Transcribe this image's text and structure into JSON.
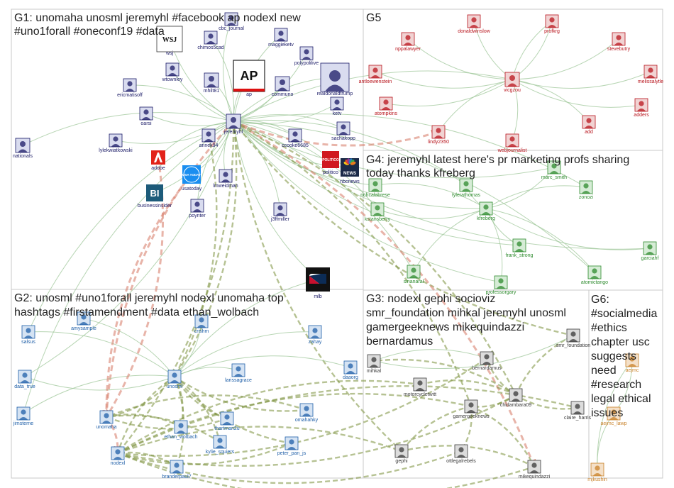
{
  "colors": {
    "g1": "#1a1a66",
    "g2": "#1f5fa8",
    "g3": "#3a3a3a",
    "g4": "#2e8b2e",
    "g5": "#b8141c",
    "g6": "#c9822a",
    "edge": "#9fc79a",
    "edge_strong": "#7a8f3a",
    "edge_red": "#d9826f"
  },
  "groups": [
    {
      "id": "G1",
      "title": [
        "G1: unomaha unosml jeremyhl #facebook ap nodexl new",
        "#uno1forall #oneconf19 #data"
      ]
    },
    {
      "id": "G5",
      "title": [
        "G5"
      ]
    },
    {
      "id": "G4",
      "title": [
        "G4: jeremyhl latest here's pr marketing profs sharing",
        "today thanks kfreberg"
      ]
    },
    {
      "id": "G2",
      "title": [
        "G2: unosml #uno1forall jeremyhl nodexl unomaha top",
        "hashtags #firstamendment #data ethan_wolbach"
      ]
    },
    {
      "id": "G3",
      "title": [
        "G3: nodexl gephi socioviz",
        "smr_foundation mihkal jeremyhl unosml",
        "gamergeeknews mikequindazzi",
        "bernardamus"
      ]
    },
    {
      "id": "G6",
      "title": [
        "G6:",
        "#socialmedia",
        "#ethics",
        "chapter usc",
        "suggests",
        "need",
        "#research",
        "legal ethical",
        "issues"
      ]
    }
  ],
  "nodes": [
    {
      "id": "wsj",
      "group": "g1",
      "icon": "wsj-icon"
    },
    {
      "id": "cbc_journal",
      "group": "g1",
      "icon": "avatar-icon"
    },
    {
      "id": "chimos5cad",
      "group": "g1",
      "icon": "avatar-icon"
    },
    {
      "id": "maggieketv",
      "group": "g1",
      "icon": "avatar-icon"
    },
    {
      "id": "polypolilive",
      "group": "g1",
      "icon": "avatar-icon"
    },
    {
      "id": "wtownley",
      "group": "g1",
      "icon": "avatar-icon"
    },
    {
      "id": "mhilt81",
      "group": "g1",
      "icon": "avatar-icon"
    },
    {
      "id": "ap",
      "group": "g1",
      "icon": "ap-logo-icon"
    },
    {
      "id": "communo",
      "group": "g1",
      "icon": "avatar-icon"
    },
    {
      "id": "realdonaldtrump",
      "group": "g1",
      "icon": "avatar-icon"
    },
    {
      "id": "ericmatisoff",
      "group": "g1",
      "icon": "avatar-icon"
    },
    {
      "id": "oarsi",
      "group": "g1",
      "icon": "avatar-icon"
    },
    {
      "id": "ketv",
      "group": "g1",
      "icon": "avatar-icon"
    },
    {
      "id": "jeremyhl",
      "group": "g1",
      "icon": "avatar-icon"
    },
    {
      "id": "sachakopp",
      "group": "g1",
      "icon": "avatar-icon"
    },
    {
      "id": "nationals",
      "group": "g1",
      "icon": "avatar-icon"
    },
    {
      "id": "lylekwiatkowski",
      "group": "g1",
      "icon": "avatar-icon"
    },
    {
      "id": "annek94",
      "group": "g1",
      "icon": "avatar-icon"
    },
    {
      "id": "ccooke6685",
      "group": "g1",
      "icon": "avatar-icon"
    },
    {
      "id": "adobe",
      "group": "g1",
      "icon": "adobe-icon"
    },
    {
      "id": "politico",
      "group": "g1",
      "icon": "politico-icon"
    },
    {
      "id": "nbcnews",
      "group": "g1",
      "icon": "nbc-icon"
    },
    {
      "id": "usatoday",
      "group": "g1",
      "icon": "usatoday-icon"
    },
    {
      "id": "lmweidman",
      "group": "g1",
      "icon": "avatar-icon"
    },
    {
      "id": "businessinsider",
      "group": "g1",
      "icon": "bi-icon"
    },
    {
      "id": "poynter",
      "group": "g1",
      "icon": "avatar-icon"
    },
    {
      "id": "j3ffmiller",
      "group": "g1",
      "icon": "avatar-icon"
    },
    {
      "id": "mlb",
      "group": "g1",
      "icon": "mlb-icon"
    },
    {
      "id": "donaldwinslow",
      "group": "g5",
      "icon": "avatar-icon"
    },
    {
      "id": "profkrg",
      "group": "g5",
      "icon": "avatar-icon"
    },
    {
      "id": "nppalawyer",
      "group": "g5",
      "icon": "avatar-icon"
    },
    {
      "id": "stevebutry",
      "group": "g5",
      "icon": "avatar-icon"
    },
    {
      "id": "antloewenstein",
      "group": "g5",
      "icon": "avatar-icon"
    },
    {
      "id": "vicgzou",
      "group": "g5",
      "icon": "avatar-icon"
    },
    {
      "id": "melissalytle",
      "group": "g5",
      "icon": "avatar-icon"
    },
    {
      "id": "atompkins",
      "group": "g5",
      "icon": "avatar-icon"
    },
    {
      "id": "adders",
      "group": "g5",
      "icon": "avatar-icon"
    },
    {
      "id": "add",
      "group": "g5",
      "icon": "avatar-icon"
    },
    {
      "id": "lindy2350",
      "group": "g5",
      "icon": "avatar-icon"
    },
    {
      "id": "webjournalist",
      "group": "g5",
      "icon": "avatar-icon"
    },
    {
      "id": "marc_smith",
      "group": "g4",
      "icon": "avatar-icon"
    },
    {
      "id": "richcalabrese",
      "group": "g4",
      "icon": "avatar-icon"
    },
    {
      "id": "tylerathomas",
      "group": "g4",
      "icon": "avatar-icon"
    },
    {
      "id": "zonozi",
      "group": "g4",
      "icon": "avatar-icon"
    },
    {
      "id": "kstansberry",
      "group": "g4",
      "icon": "avatar-icon"
    },
    {
      "id": "kfreberg",
      "group": "g4",
      "icon": "avatar-icon"
    },
    {
      "id": "garciahf",
      "group": "g4",
      "icon": "avatar-icon"
    },
    {
      "id": "frank_strong",
      "group": "g4",
      "icon": "avatar-icon"
    },
    {
      "id": "sinanaral",
      "group": "g4",
      "icon": "avatar-icon"
    },
    {
      "id": "atomictango",
      "group": "g4",
      "icon": "avatar-icon"
    },
    {
      "id": "professorgary",
      "group": "g4",
      "icon": "avatar-icon"
    },
    {
      "id": "amysample",
      "group": "g2",
      "icon": "avatar-icon"
    },
    {
      "id": "crishm",
      "group": "g2",
      "icon": "avatar-icon"
    },
    {
      "id": "zahay",
      "group": "g2",
      "icon": "avatar-icon"
    },
    {
      "id": "salsus",
      "group": "g2",
      "icon": "avatar-icon"
    },
    {
      "id": "data_true",
      "group": "g2",
      "icon": "avatar-icon"
    },
    {
      "id": "daaorg",
      "group": "g2",
      "icon": "avatar-icon"
    },
    {
      "id": "unosml",
      "group": "g2",
      "icon": "avatar-icon"
    },
    {
      "id": "larissagrace",
      "group": "g2",
      "icon": "avatar-icon"
    },
    {
      "id": "jimsterne",
      "group": "g2",
      "icon": "avatar-icon"
    },
    {
      "id": "unomaha",
      "group": "g2",
      "icon": "avatar-icon"
    },
    {
      "id": "omahahky",
      "group": "g2",
      "icon": "avatar-icon"
    },
    {
      "id": "ethan_wolbach",
      "group": "g2",
      "icon": "avatar-icon"
    },
    {
      "id": "thartman2u",
      "group": "g2",
      "icon": "avatar-icon"
    },
    {
      "id": "kylie_squiers",
      "group": "g2",
      "icon": "avatar-icon"
    },
    {
      "id": "peter_pan_js",
      "group": "g2",
      "icon": "avatar-icon"
    },
    {
      "id": "nodexl",
      "group": "g2",
      "icon": "avatar-icon"
    },
    {
      "id": "branderpaul7",
      "group": "g2",
      "icon": "avatar-icon"
    },
    {
      "id": "smr_foundation",
      "group": "g3",
      "icon": "avatar-icon"
    },
    {
      "id": "mihkal",
      "group": "g3",
      "icon": "avatar-icon"
    },
    {
      "id": "bernardamus",
      "group": "g3",
      "icon": "avatar-icon"
    },
    {
      "id": "motorcycletwitt",
      "group": "g3",
      "icon": "avatar-icon"
    },
    {
      "id": "chidambara09",
      "group": "g3",
      "icon": "avatar-icon"
    },
    {
      "id": "claire_harris",
      "group": "g3",
      "icon": "avatar-icon"
    },
    {
      "id": "gamergeeknews",
      "group": "g3",
      "icon": "avatar-icon"
    },
    {
      "id": "gephi",
      "group": "g3",
      "icon": "avatar-icon"
    },
    {
      "id": "ottlegalrebels",
      "group": "g3",
      "icon": "avatar-icon"
    },
    {
      "id": "mikequindazzi",
      "group": "g3",
      "icon": "avatar-icon"
    },
    {
      "id": "aejmc",
      "group": "g6",
      "icon": "avatar-icon"
    },
    {
      "id": "aejmc_lawp",
      "group": "g6",
      "icon": "avatar-icon"
    },
    {
      "id": "mjkushin",
      "group": "g6",
      "icon": "avatar-icon"
    }
  ]
}
